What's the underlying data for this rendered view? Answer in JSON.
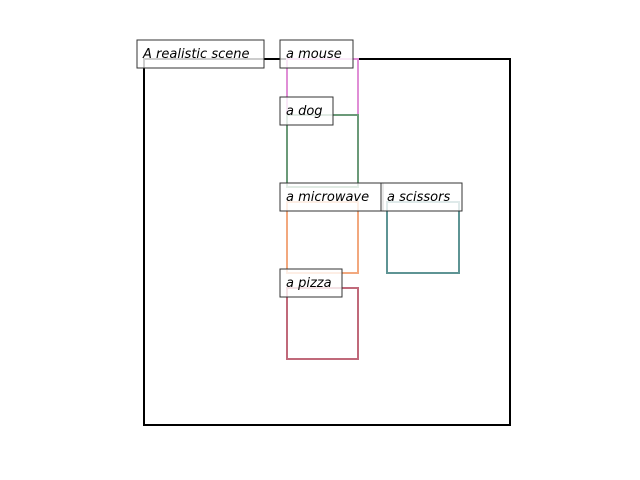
{
  "scene": {
    "label": "A realistic scene",
    "border_color": "#000000"
  },
  "objects": [
    {
      "label": "a mouse",
      "color": "#e08ed6"
    },
    {
      "label": "a dog",
      "color": "#6b9a78"
    },
    {
      "label": "a microwave",
      "color": "#f2a87e"
    },
    {
      "label": "a scissors",
      "color": "#5e9494"
    },
    {
      "label": "a pizza",
      "color": "#c0697a"
    }
  ]
}
